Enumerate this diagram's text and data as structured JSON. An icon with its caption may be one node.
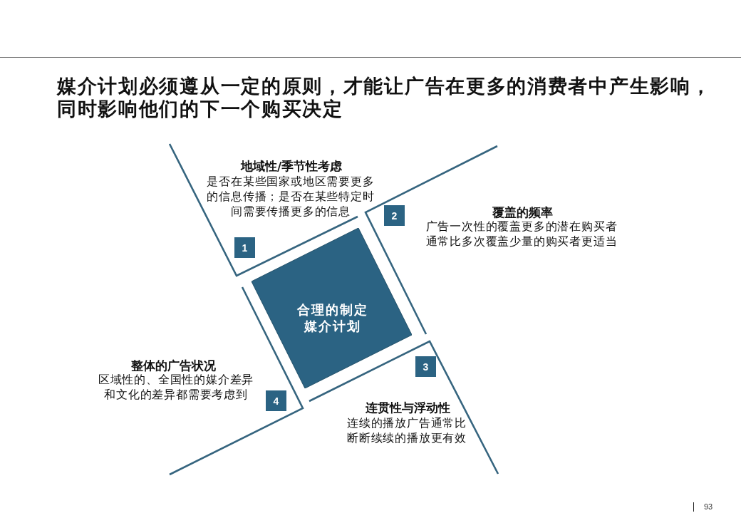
{
  "diagram": {
    "title": "媒介计划必须遵从一定的原则，才能让广告在更多的消费者中产生影响，同时影响他们的下一个购买决定",
    "nodes": [
      {
        "text": [
          "1"
        ]
      },
      {
        "text": [
          "2"
        ]
      },
      {
        "text": [
          "合理的制定媒介计划"
        ]
      },
      {
        "text": [
          "3"
        ]
      },
      {
        "text": [
          "4"
        ]
      }
    ],
    "labels": [
      "地域性/季节性考虑",
      "是否在某些国家或地区需要更多的信息传播；是否在某些特定时间需要传播更多的信息",
      "覆盖的频率",
      "广告一次性的覆盖更多的潜在购买者通常比多次覆盖少量的购买者更适当",
      "整体的广告状况",
      "区域性的、全国性的媒介差异和文化的差异都需要考虑到",
      "连贯性与浮动性",
      "连续的播放广告通常比断断续续的播放更有效",
      "93"
    ]
  }
}
